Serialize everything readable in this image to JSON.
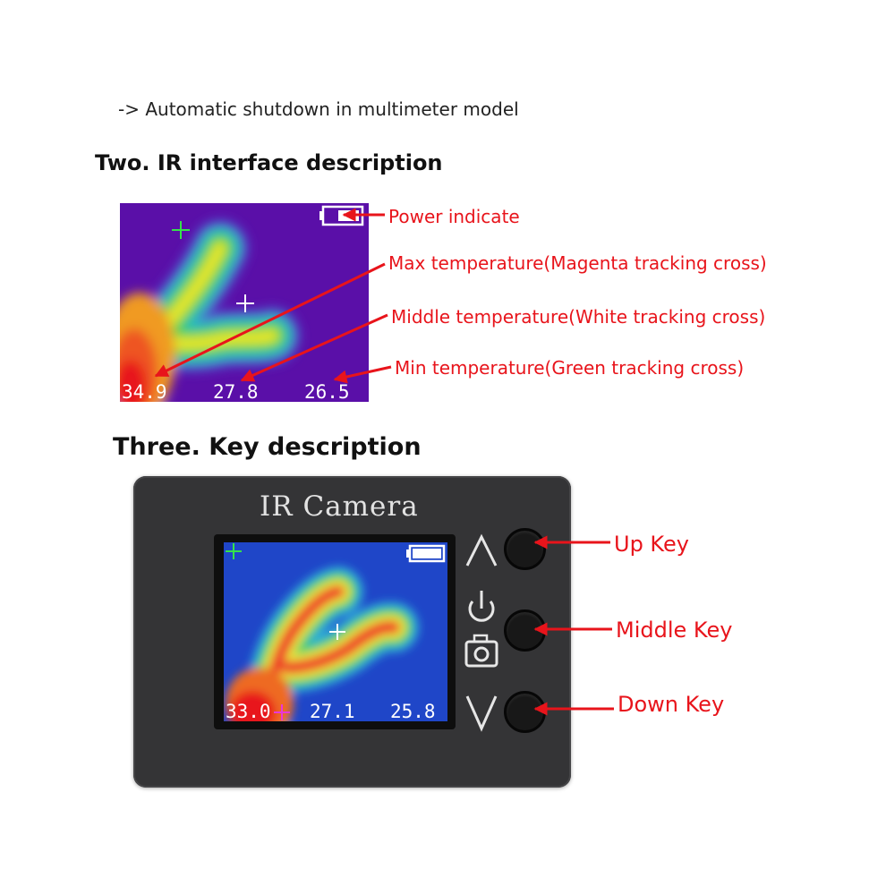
{
  "note": "-> Automatic shutdown in multimeter model",
  "section_ir": {
    "heading": "Two. IR interface description",
    "readouts": {
      "max": "34.9",
      "middle": "27.8",
      "min": "26.5"
    },
    "callouts": {
      "power": "Power indicate",
      "max": "Max temperature(Magenta tracking cross)",
      "middle": "Middle temperature(White tracking cross)",
      "min": "Min temperature(Green tracking cross)"
    }
  },
  "section_keys": {
    "heading": "Three. Key description",
    "device_title": "IR Camera",
    "readouts": {
      "max": "33.0",
      "middle": "27.1",
      "min": "25.8"
    },
    "callouts": {
      "up": "Up Key",
      "middle": "Middle Key",
      "down": "Down Key"
    }
  },
  "colors": {
    "callout": "#e8141b",
    "device_body": "#343436",
    "thermal_background_ir": "#5a0fa8",
    "thermal_background_device": "#1f46c8"
  }
}
